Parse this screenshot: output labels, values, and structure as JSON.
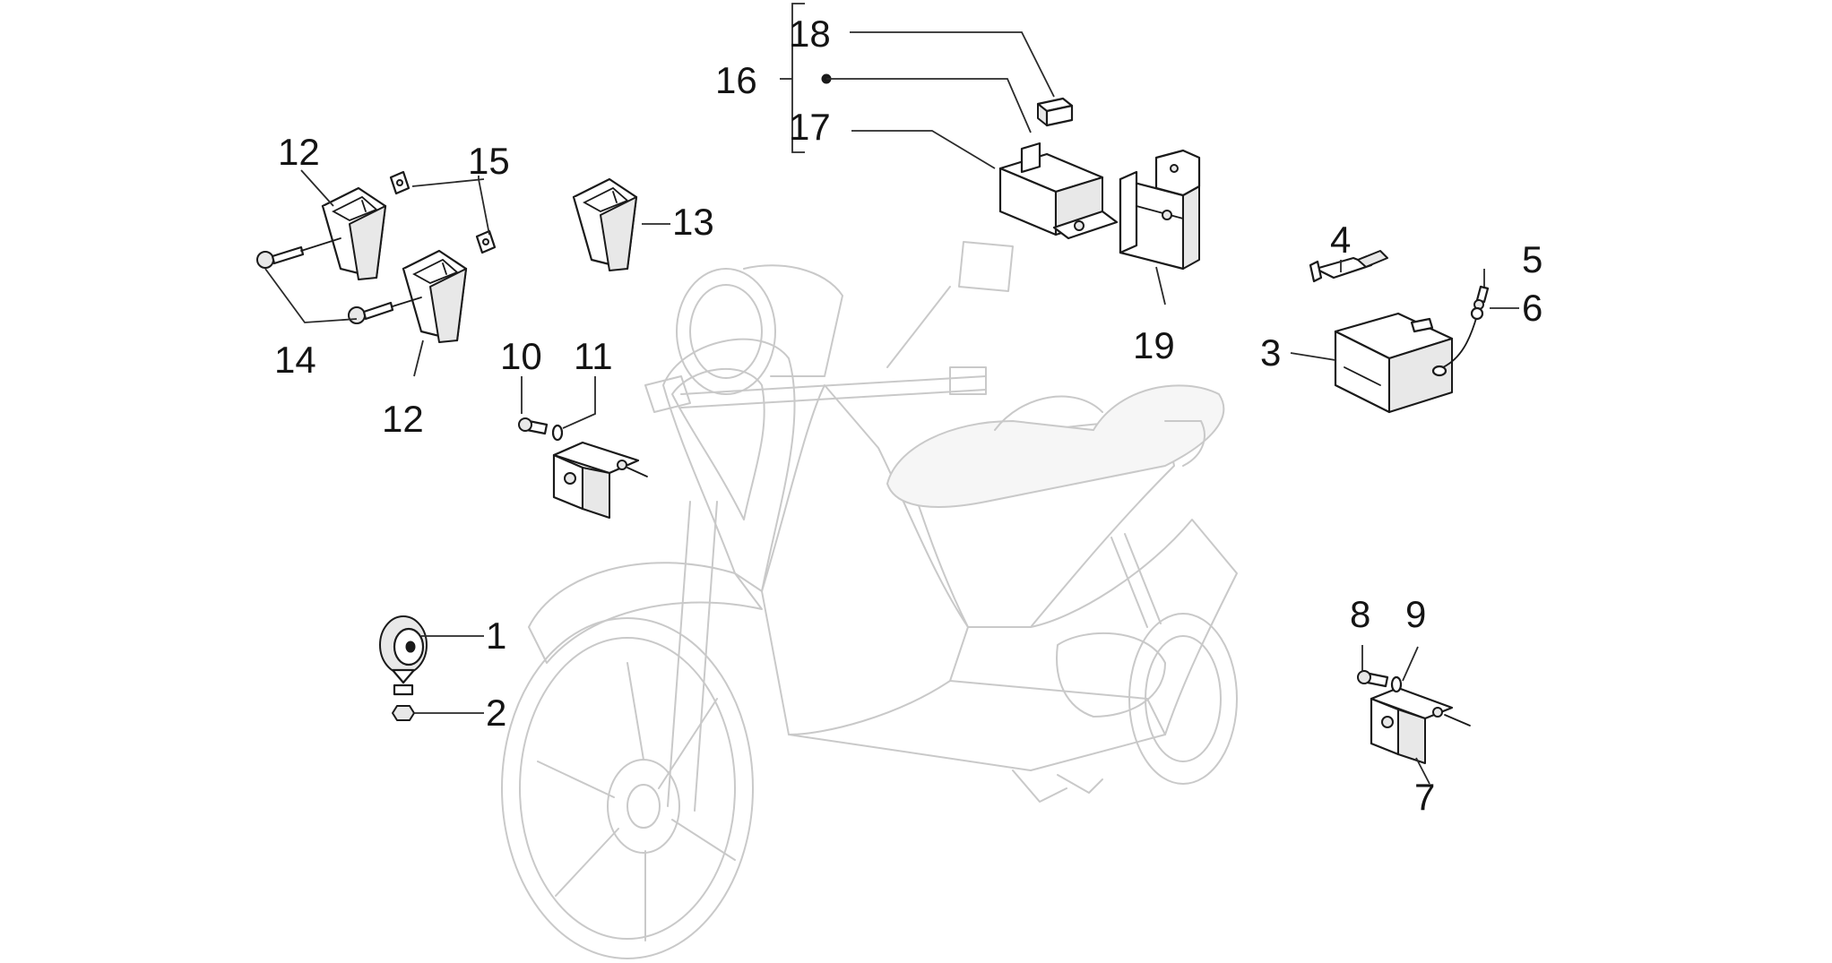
{
  "callouts": {
    "c1": "1",
    "c2": "2",
    "c3": "3",
    "c4": "4",
    "c5": "5",
    "c6": "6",
    "c7": "7",
    "c8": "8",
    "c9": "9",
    "c10": "10",
    "c11": "11",
    "c12a": "12",
    "c12b": "12",
    "c13": "13",
    "c14": "14",
    "c15": "15",
    "c16": "16",
    "c17": "17",
    "c18": "18",
    "c19": "19"
  },
  "colors": {
    "ink": "#1a1a1a",
    "ghost_outline": "#c9c9c9",
    "background": "#ffffff"
  }
}
